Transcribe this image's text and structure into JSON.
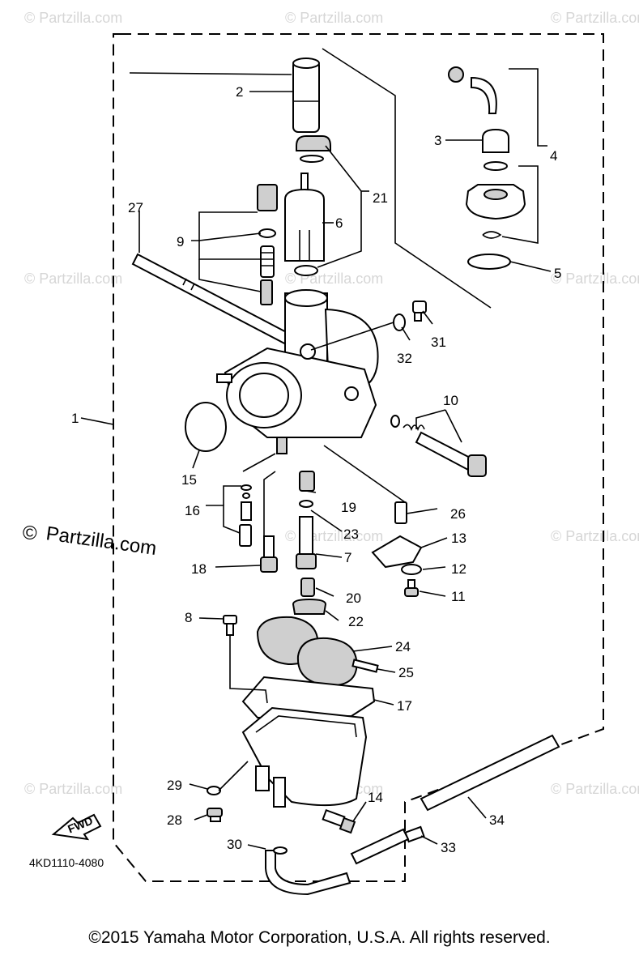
{
  "watermarks": {
    "repeated": "© Partzilla.com",
    "main_symbol": "©",
    "main_text": "Partzilla.com"
  },
  "diagram_code": "4KD1110-4080",
  "fwd_label": "FWD",
  "copyright": "©2015  Yamaha Motor Corporation, U.S.A. All rights reserved.",
  "callouts": {
    "c1": "1",
    "c2": "2",
    "c3": "3",
    "c4": "4",
    "c5": "5",
    "c6": "6",
    "c7": "7",
    "c8": "8",
    "c9": "9",
    "c10": "10",
    "c11": "11",
    "c12": "12",
    "c13": "13",
    "c14": "14",
    "c15": "15",
    "c16": "16",
    "c17": "17",
    "c18": "18",
    "c19": "19",
    "c20": "20",
    "c21": "21",
    "c22": "22",
    "c23": "23",
    "c24": "24",
    "c25": "25",
    "c26": "26",
    "c27": "27",
    "c28": "28",
    "c29": "29",
    "c30": "30",
    "c31": "31",
    "c32": "32",
    "c33": "33",
    "c34": "34"
  }
}
